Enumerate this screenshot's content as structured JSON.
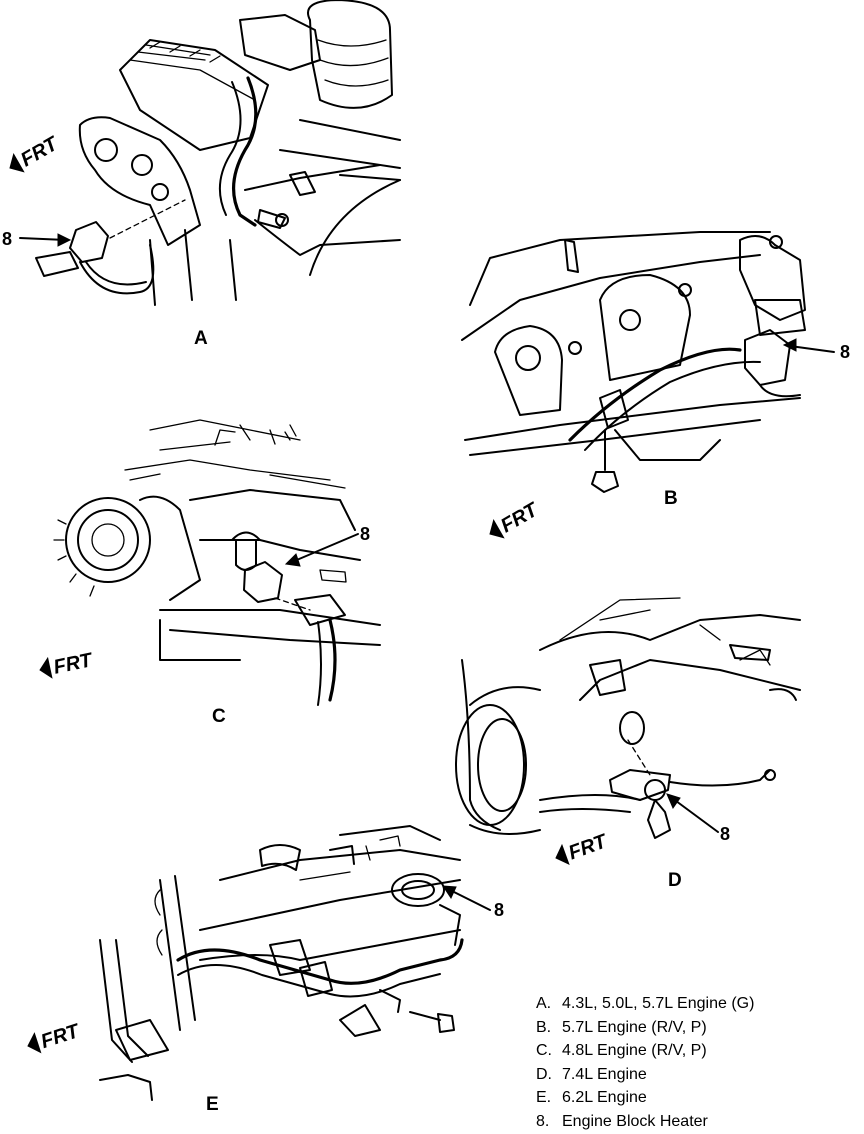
{
  "views": [
    {
      "letter": "A",
      "callout": "8",
      "frt": "FRT"
    },
    {
      "letter": "B",
      "callout": "8",
      "frt": "FRT"
    },
    {
      "letter": "C",
      "callout": "8",
      "frt": "FRT"
    },
    {
      "letter": "D",
      "callout": "8",
      "frt": "FRT"
    },
    {
      "letter": "E",
      "callout": "8",
      "frt": "FRT"
    }
  ],
  "legend": [
    {
      "key": "A.",
      "text": "4.3L, 5.0L, 5.7L Engine (G)"
    },
    {
      "key": "B.",
      "text": "5.7L Engine (R/V, P)"
    },
    {
      "key": "C.",
      "text": "4.8L Engine (R/V, P)"
    },
    {
      "key": "D.",
      "text": "7.4L Engine"
    },
    {
      "key": "E.",
      "text": "6.2L Engine"
    },
    {
      "key": "8.",
      "text": "Engine Block Heater"
    }
  ]
}
